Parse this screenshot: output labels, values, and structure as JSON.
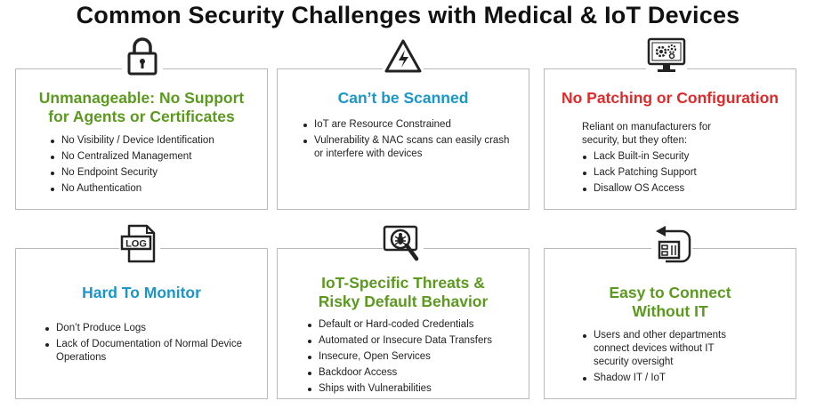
{
  "title": "Common Security Challenges with Medical & IoT Devices",
  "colors": {
    "green": "#5b9a1e",
    "blue": "#1a96c8",
    "red": "#e02a2a",
    "border": "#b9b9b9"
  },
  "cards": [
    {
      "icon": "padlock-icon",
      "title_lines": [
        "Unmanageable: No Support",
        "for Agents or Certificates"
      ],
      "color": "green",
      "bullets": [
        "No Visibility / Device Identification",
        "No Centralized Management",
        "No Endpoint Security",
        "No Authentication"
      ]
    },
    {
      "icon": "high-voltage-warning-icon",
      "title_lines": [
        "Can’t be Scanned"
      ],
      "color": "blue",
      "bullets": [
        "IoT are Resource Constrained",
        "Vulnerability & NAC scans can easily crash or interfere with devices"
      ]
    },
    {
      "icon": "monitor-gears-icon",
      "title_lines": [
        "No Patching or Configuration"
      ],
      "color": "red",
      "intro": "Reliant on manufacturers for security, but they often:",
      "bullets": [
        "Lack Built-in Security",
        "Lack Patching Support",
        "Disallow OS Access"
      ]
    },
    {
      "icon": "log-file-icon",
      "icon_text": "LOG",
      "title_lines": [
        "Hard To Monitor"
      ],
      "color": "blue",
      "bullets": [
        "Don’t Produce Logs",
        "Lack of Documentation of Normal Device Operations"
      ]
    },
    {
      "icon": "bug-magnifier-icon",
      "title_lines": [
        "IoT-Specific Threats &",
        "Risky Default Behavior"
      ],
      "color": "green",
      "bullets": [
        "Default or Hard-coded  Credentials",
        "Automated or Insecure Data Transfers",
        "Insecure, Open Services",
        "Backdoor Access",
        "Ships with Vulnerabilities"
      ]
    },
    {
      "icon": "device-return-icon",
      "title_lines": [
        "Easy to Connect",
        "Without IT"
      ],
      "color": "green",
      "bullets": [
        "Users and  other departments connect devices without IT security oversight",
        "Shadow IT / IoT"
      ]
    }
  ]
}
